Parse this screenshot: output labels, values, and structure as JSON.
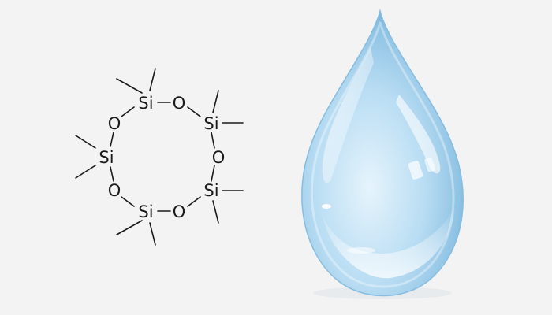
{
  "molecule": {
    "atoms": [
      {
        "id": "si1",
        "label": "Si"
      },
      {
        "id": "o1",
        "label": "O"
      },
      {
        "id": "si2",
        "label": "Si"
      },
      {
        "id": "o2",
        "label": "O"
      },
      {
        "id": "si3",
        "label": "Si"
      },
      {
        "id": "o3",
        "label": "O"
      },
      {
        "id": "si4",
        "label": "Si"
      },
      {
        "id": "o4",
        "label": "O"
      },
      {
        "id": "si5",
        "label": "Si"
      },
      {
        "id": "o5",
        "label": "O"
      }
    ],
    "methyl_groups_per_silicon": 2,
    "colors": {
      "bond": "#1a1a1a",
      "text": "#1a1a1a"
    }
  },
  "droplet": {
    "icon": "water-drop-icon",
    "colors": {
      "light": "#d8eefa",
      "mid": "#a9d3ee",
      "edge": "#7fb7dc",
      "highlight": "#ffffff"
    }
  },
  "background": "#f3f3f3"
}
